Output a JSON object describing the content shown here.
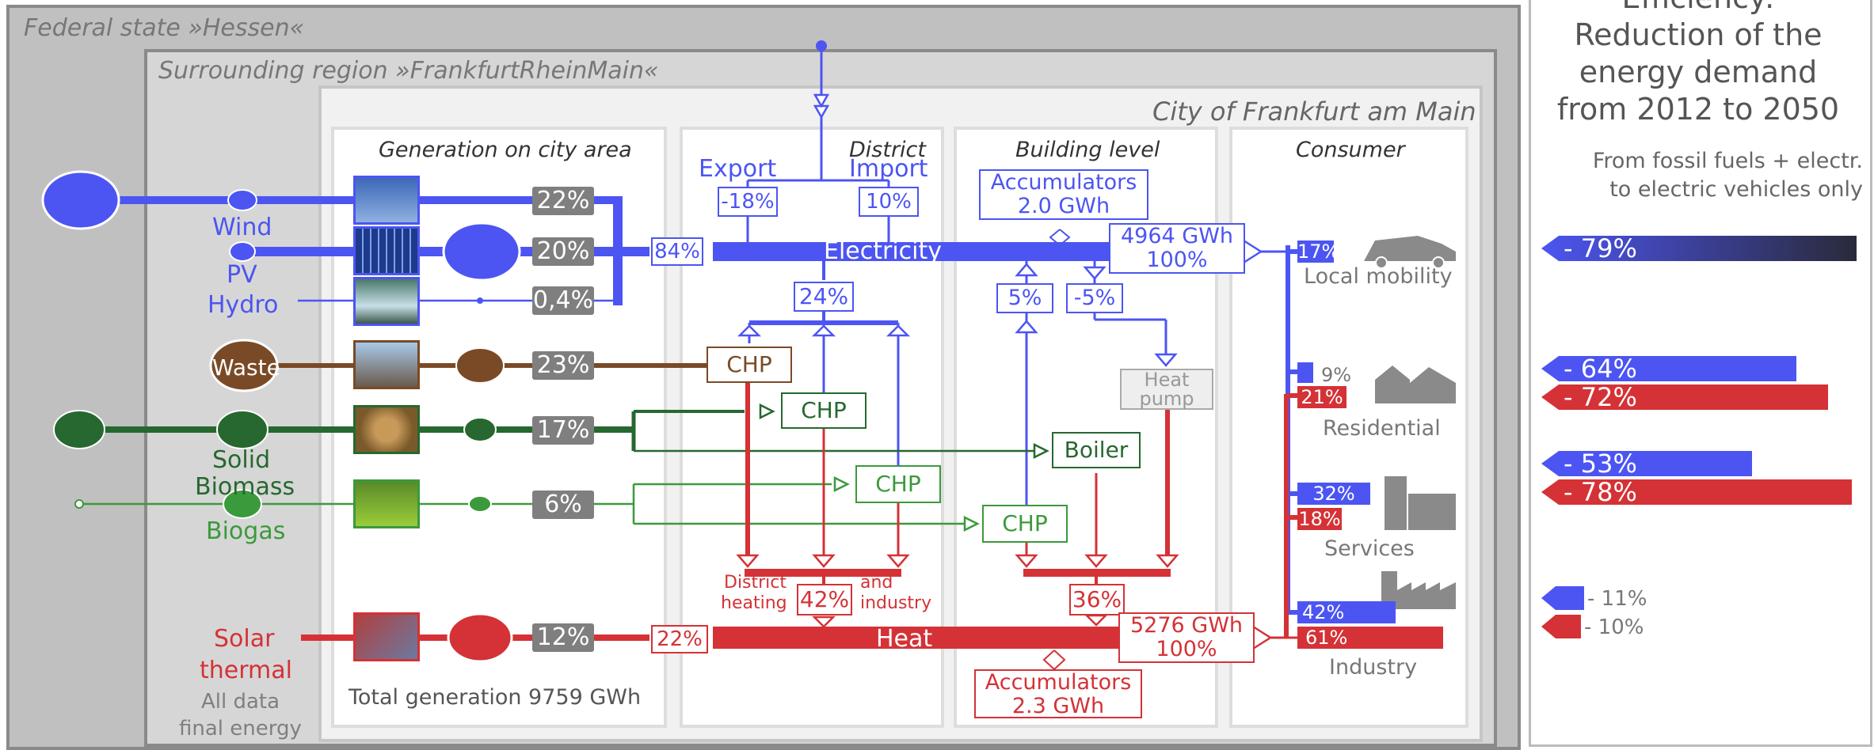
{
  "colors": {
    "electricity": "#4c55f2",
    "heat": "#d43236",
    "waste": "#7a4a26",
    "solid": "#26682f",
    "biogas": "#3b9a3b",
    "gray": "#7f7f7f"
  },
  "regions": {
    "state": "Federal state »Hessen«",
    "region": "Surrounding region »FrankfurtRheinMain«",
    "city": "City of Frankfurt am Main"
  },
  "columns": {
    "generation": "Generation on city area",
    "district": "District",
    "building": "Building level",
    "consumer": "Consumer"
  },
  "sources": {
    "wind": {
      "label": "Wind",
      "pct": "22%"
    },
    "pv": {
      "label": "PV",
      "pct": "20%"
    },
    "hydro": {
      "label": "Hydro",
      "pct": "0,4%"
    },
    "waste": {
      "label": "Waste",
      "pct": "23%"
    },
    "solid": {
      "label_line1": "Solid",
      "label_line2": "Biomass",
      "pct": "17%"
    },
    "biogas": {
      "label": "Biogas",
      "pct": "6%"
    },
    "solar": {
      "label_line1": "Solar",
      "label_line2": "thermal",
      "pct": "12%"
    }
  },
  "footer": {
    "total": "Total generation 9759 GWh",
    "note_line1": "All data",
    "note_line2": "final energy"
  },
  "district": {
    "export": "Export",
    "import": "Import",
    "export_pct": "-18%",
    "import_pct": "10%",
    "elec_in": "84%",
    "chp_pct": "24%",
    "heat_in": "22%",
    "district_heating_line1": "District",
    "district_heating_line2": "heating",
    "heat_pct": "42%",
    "and_industry_line1": "and",
    "and_industry_line2": "industry",
    "chp1": "CHP",
    "chp2": "CHP",
    "chp3": "CHP"
  },
  "building": {
    "acc_elec_line1": "Accumulators",
    "acc_elec_line2": "2.0  GWh",
    "plus5": "5%",
    "minus5": "-5%",
    "heatpump_line1": "Heat",
    "heatpump_line2": "pump",
    "boiler": "Boiler",
    "chp": "CHP",
    "heat_pct": "36%",
    "acc_heat_line1": "Accumulators",
    "acc_heat_line2": "2.3  GWh"
  },
  "bus": {
    "electricity": "Electricity",
    "elec_total_line1": "4964 GWh",
    "elec_total_line2": "100%",
    "heat": "Heat",
    "heat_total_line1": "5276 GWh",
    "heat_total_line2": "100%"
  },
  "consumers": {
    "mobility": {
      "label": "Local mobility",
      "elec": "17%"
    },
    "residential": {
      "label": "Residential",
      "elec": "9%",
      "heat": "21%"
    },
    "services": {
      "label": "Services",
      "elec": "32%",
      "heat": "18%"
    },
    "industry": {
      "label": "Industry",
      "elec": "42%",
      "heat": "61%"
    }
  },
  "efficiency": {
    "title_line1": "Efficiency:",
    "title_line2": "Reduction of the",
    "title_line3": "energy demand",
    "title_line4": "from 2012 to 2050",
    "subtitle_line1": "From fossil fuels + electr.",
    "subtitle_line2": "to electric vehicles only",
    "mobility": "- 79%",
    "residential_elec": "- 64%",
    "residential_heat": "- 72%",
    "services_elec": "- 53%",
    "services_heat": "- 78%",
    "industry_elec": "- 11%",
    "industry_heat": "- 10%"
  }
}
